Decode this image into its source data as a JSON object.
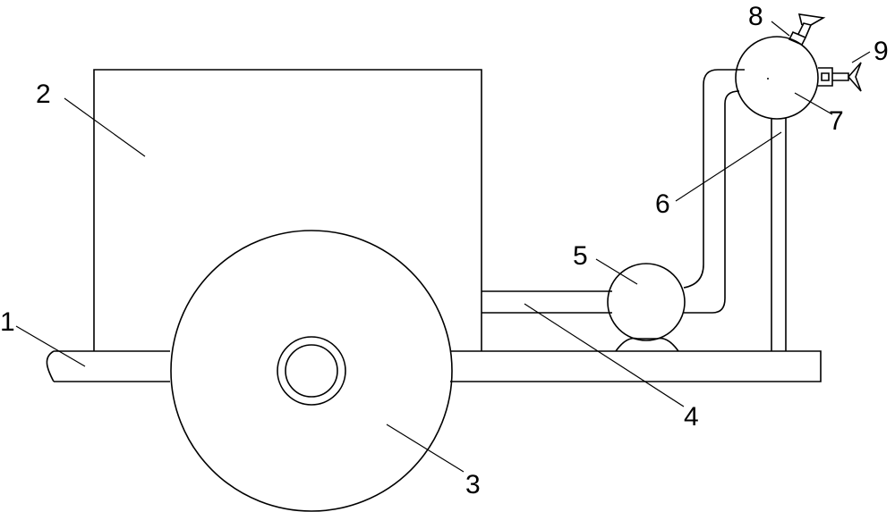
{
  "labels": [
    {
      "id": "1",
      "text": "1"
    },
    {
      "id": "2",
      "text": "2"
    },
    {
      "id": "3",
      "text": "3"
    },
    {
      "id": "4",
      "text": "4"
    },
    {
      "id": "5",
      "text": "5"
    },
    {
      "id": "6",
      "text": "6"
    },
    {
      "id": "7",
      "text": "7"
    },
    {
      "id": "8",
      "text": "8"
    },
    {
      "id": "9",
      "text": "9"
    }
  ],
  "colors": {
    "stroke": "#000000",
    "background": "#ffffff"
  }
}
